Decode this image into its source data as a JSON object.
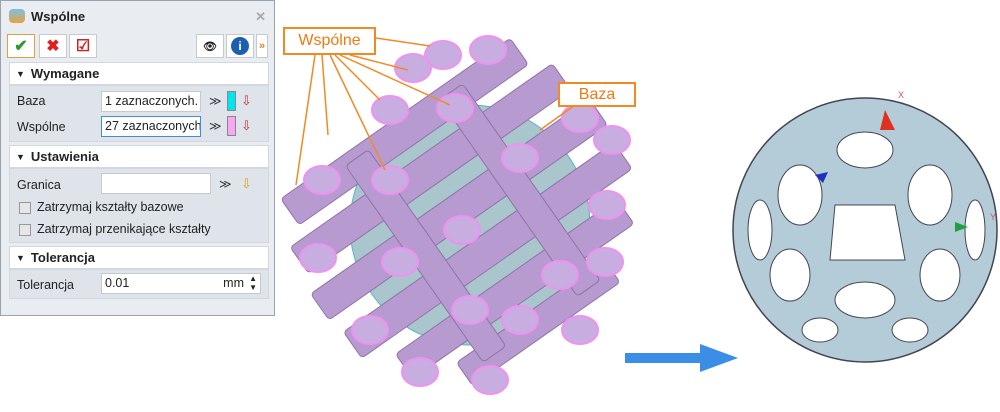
{
  "dialog": {
    "title": "Wspólne",
    "close_icon": "close-icon"
  },
  "toolbar": {
    "ok": "✔",
    "cancel": "✖",
    "apply": "☑",
    "preview": "👁",
    "info": "i",
    "more": "»"
  },
  "sections": {
    "required": {
      "title": "Wymagane",
      "base_label": "Baza",
      "base_value": "1 zaznaczonych.",
      "common_label": "Wspólne",
      "common_value": "27 zaznaczonych.",
      "base_color": "#00e5ee",
      "common_color": "#f7a8f0"
    },
    "settings": {
      "title": "Ustawienia",
      "boundary_label": "Granica",
      "boundary_value": "",
      "keep_base": "Zatrzymaj kształty bazowe",
      "keep_intersecting": "Zatrzymaj przenikające kształty"
    },
    "tolerance": {
      "title": "Tolerancja",
      "label": "Tolerancja",
      "value": "0.01",
      "unit": "mm"
    }
  },
  "annotations": {
    "common": "Wspólne",
    "base": "Baza",
    "axis_x": "X",
    "axis_y": "Y"
  },
  "colors": {
    "callout": "#f08a24",
    "cylinders": "#b79ad0",
    "sphere": "#b4ccd8",
    "arrow": "#3a8ee6"
  }
}
